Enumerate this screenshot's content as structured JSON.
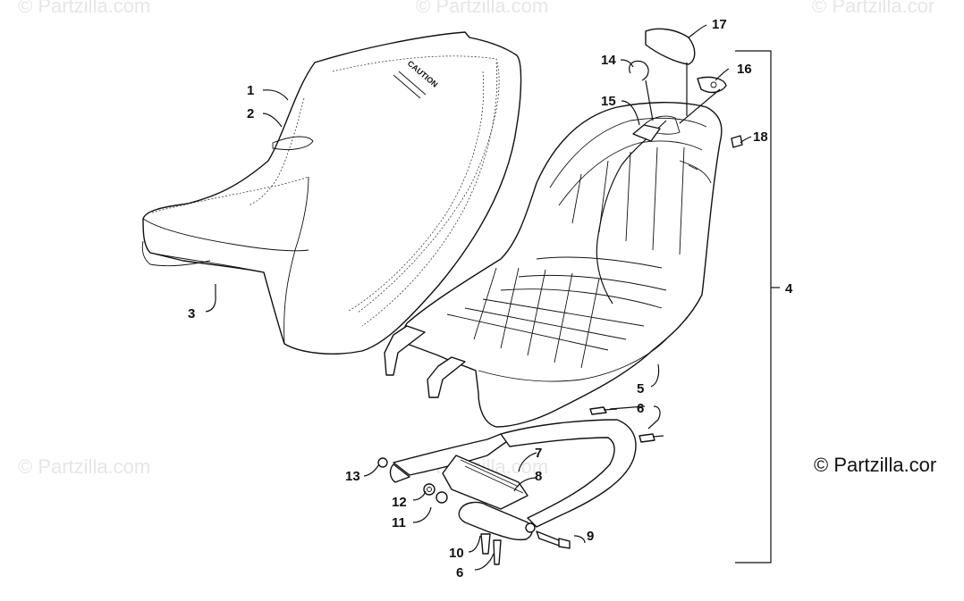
{
  "watermarks": [
    "© Partzilla.com",
    "© Partzilla.com",
    "© Partzilla.cor",
    "© Partzilla.com",
    "© Partzilla.com"
  ],
  "copyright": "© Partzilla.cor",
  "seat_text": [
    "CAUTION"
  ],
  "callouts": [
    "1",
    "2",
    "3",
    "4",
    "5",
    "6",
    "6",
    "7",
    "8",
    "9",
    "10",
    "11",
    "12",
    "13",
    "14",
    "15",
    "16",
    "17",
    "18"
  ]
}
